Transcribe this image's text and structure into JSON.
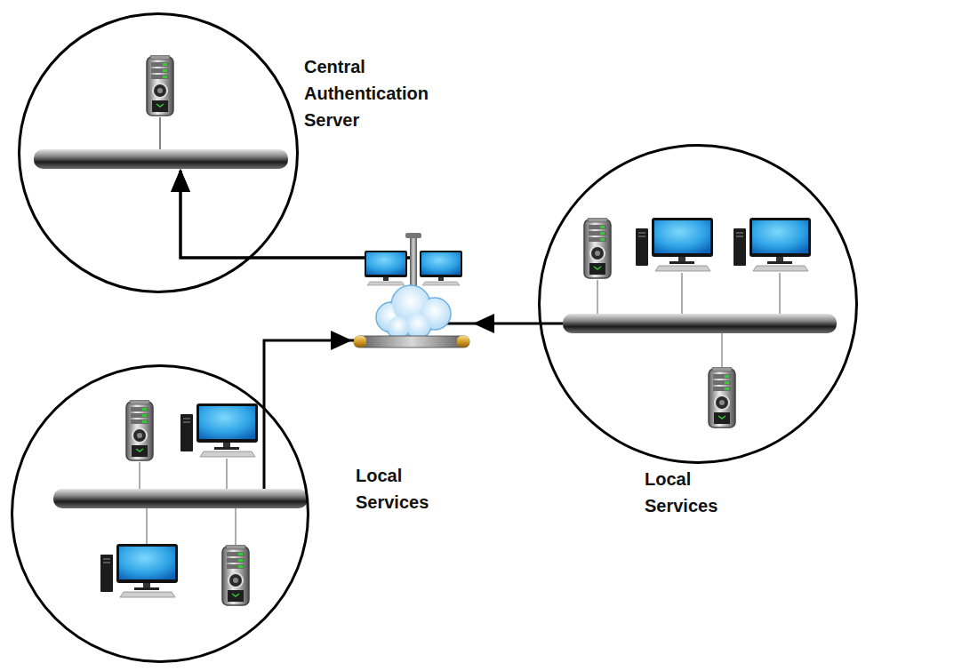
{
  "diagram": {
    "nodes": [
      {
        "text": [
          "Central Authentication Server"
        ]
      },
      {
        "text": [
          "Local Services"
        ]
      },
      {
        "text": [
          "Local Services"
        ]
      }
    ],
    "edges": [
      {
        "from": 1,
        "to": 0,
        "arrow": "to"
      },
      {
        "from": 2,
        "to": 0,
        "arrow": "to"
      }
    ]
  }
}
